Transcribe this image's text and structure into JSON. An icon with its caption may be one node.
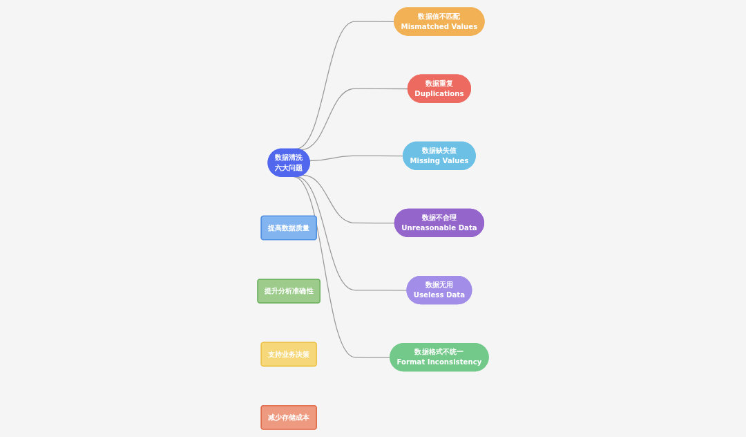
{
  "diagram": {
    "nodes": [
      {
        "text": [
          "数据值不匹配",
          "Mismatched Values"
        ]
      },
      {
        "text": [
          "数据重复",
          "Duplications"
        ]
      },
      {
        "text": [
          "数据缺失值",
          "Missing Values"
        ]
      },
      {
        "text": [
          "数据清洗",
          "六大问题"
        ]
      },
      {
        "text": [
          "数据不合理",
          "Unreasonable Data"
        ]
      },
      {
        "text": [
          "数据无用",
          "Useless Data"
        ]
      },
      {
        "text": [
          "数据格式不统一",
          "Format Inconsistency"
        ]
      },
      {
        "text": [
          "提高数据质量"
        ]
      },
      {
        "text": [
          "提升分析准确性"
        ]
      },
      {
        "text": [
          "支持业务决策"
        ]
      },
      {
        "text": [
          "减少存储成本"
        ]
      }
    ],
    "edges": [
      {
        "from": 3,
        "to": 0,
        "arrow": "none"
      },
      {
        "from": 3,
        "to": 1,
        "arrow": "none"
      },
      {
        "from": 3,
        "to": 2,
        "arrow": "none"
      },
      {
        "from": 3,
        "to": 4,
        "arrow": "none"
      },
      {
        "from": 3,
        "to": 5,
        "arrow": "none"
      },
      {
        "from": 3,
        "to": 6,
        "arrow": "none"
      }
    ]
  }
}
